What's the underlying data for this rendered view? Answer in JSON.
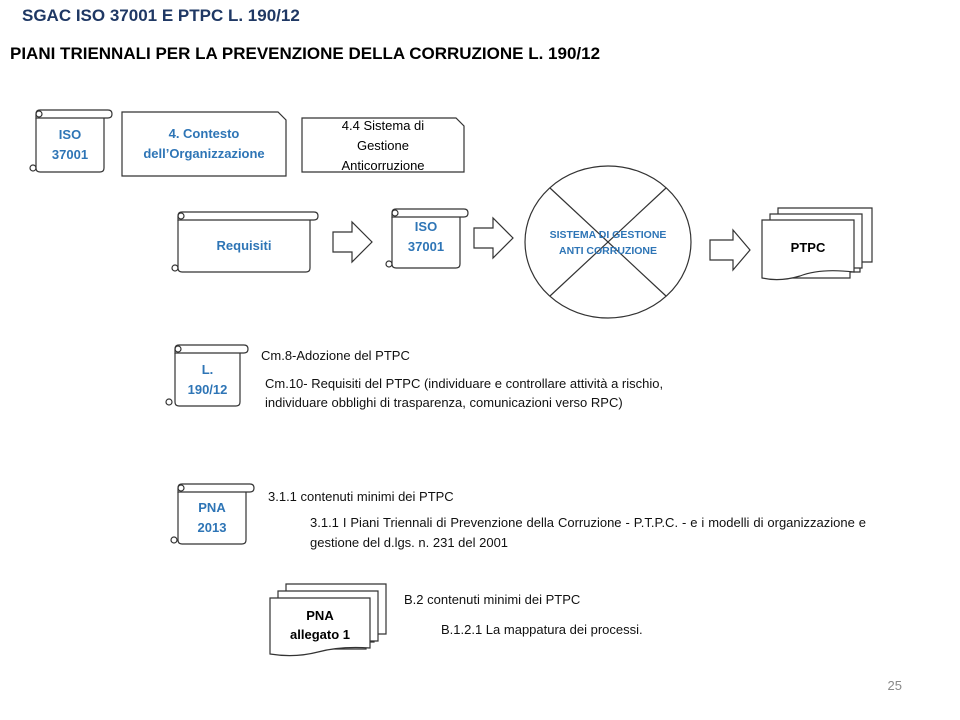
{
  "header": {
    "title": "SGAC ISO 37001 E PTPC L. 190/12",
    "subtitle": "PIANI TRIENNALI PER LA PREVENZIONE DELLA CORRUZIONE L. 190/12"
  },
  "row1": {
    "scroll_label": "ISO\n37001",
    "box1": "4. Contesto\ndell’Organizzazione",
    "box2": "4.4  Sistema di\nGestione\nAnticorruzione"
  },
  "flow": {
    "requisiti": "Requisiti",
    "iso": "ISO\n37001",
    "circle": "SISTEMA  DI GESTIONE\nANTI CORRUZIONE",
    "ptpc": "PTPC"
  },
  "law": {
    "scroll_label": "L.\n190/12",
    "item1": "Cm.8-Adozione  del PTPC",
    "item2_line1": "Cm.10- Requisiti del PTPC (individuare e controllare attività a rischio,",
    "item2_line2": "individuare obblighi di trasparenza, comunicazioni verso RPC)"
  },
  "pna2013": {
    "scroll_label": "PNA\n2013",
    "item1": "3.1.1 contenuti minimi dei PTPC",
    "item2": "3.1.1 I Piani Triennali di Prevenzione della Corruzione - P.T.P.C. - e i modelli di organizzazione e gestione del d.lgs. n. 231 del 2001"
  },
  "pna_allegato": {
    "doc_label": "PNA\nallegato 1",
    "item1": "B.2  contenuti minimi dei PTPC",
    "item2": "B.1.2.1 La mappatura dei processi."
  },
  "footer": {
    "page_number": "25"
  }
}
